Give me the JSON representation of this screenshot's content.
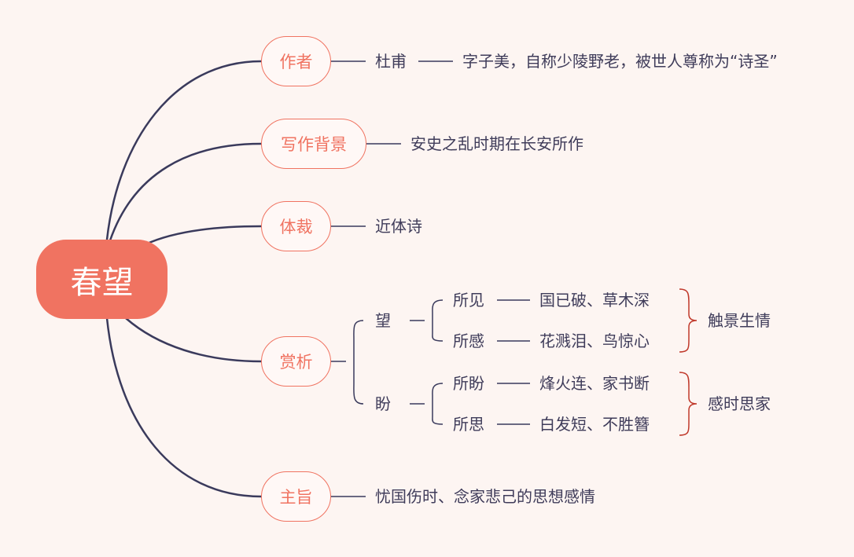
{
  "root": {
    "label": "春望"
  },
  "branches": [
    {
      "label": "作者",
      "items": [
        "杜甫",
        "字子美，自称少陵野老，被世人尊称为“诗圣”"
      ]
    },
    {
      "label": "写作背景",
      "items": [
        "安史之乱时期在长安所作"
      ]
    },
    {
      "label": "体裁",
      "items": [
        "近体诗"
      ]
    },
    {
      "label": "赏析",
      "groups": [
        {
          "label": "望",
          "rows": [
            {
              "label": "所见",
              "text": "国已破、草木深"
            },
            {
              "label": "所感",
              "text": "花溅泪、鸟惊心"
            }
          ],
          "summary": "触景生情"
        },
        {
          "label": "盼",
          "rows": [
            {
              "label": "所盼",
              "text": "烽火连、家书断"
            },
            {
              "label": "所思",
              "text": "白发短、不胜簪"
            }
          ],
          "summary": "感时思家"
        }
      ]
    },
    {
      "label": "主旨",
      "items": [
        "忧国伤时、念家悲己的思想感情"
      ]
    }
  ],
  "colors": {
    "background": "#fdf5f2",
    "root_fill": "#f07361",
    "node_border": "#f07361",
    "text": "#3f3c5a",
    "connector": "#3a3a5c",
    "brace": "#c0392b"
  }
}
